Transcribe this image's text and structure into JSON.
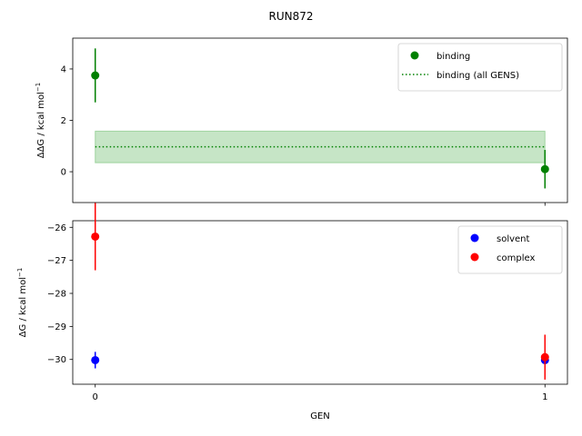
{
  "figure": {
    "suptitle": "RUN872"
  },
  "chart_data": [
    {
      "type": "scatter",
      "panel": "top",
      "xlabel": "",
      "ylabel_prefix": "ΔΔG / kcal mol",
      "ylabel_sup": "−1",
      "xlim": [
        -0.05,
        1.05
      ],
      "ylim": [
        -1.2,
        5.2
      ],
      "yticks": [
        0,
        2,
        4
      ],
      "ytick_labels": [
        "0",
        "2",
        "4"
      ],
      "xticks": [
        0,
        1
      ],
      "grid": false,
      "legend_position": "top-right",
      "series": [
        {
          "name": "binding",
          "color": "#008000",
          "marker": "circle",
          "x": [
            0,
            1
          ],
          "y": [
            3.75,
            0.1
          ],
          "yerr": [
            1.05,
            0.75
          ]
        }
      ],
      "reference_lines": [
        {
          "name": "binding (all GENS)",
          "color": "#008000",
          "style": "dotted",
          "x": [
            0,
            1
          ],
          "y": 0.97,
          "band": [
            0.35,
            1.58
          ],
          "band_color": "#2ca02c"
        }
      ]
    },
    {
      "type": "scatter",
      "panel": "bottom",
      "xlabel": "GEN",
      "ylabel_prefix": "ΔG / kcal mol",
      "ylabel_sup": "−1",
      "xlim": [
        -0.05,
        1.05
      ],
      "ylim": [
        -30.75,
        -25.8
      ],
      "yticks": [
        -30,
        -29,
        -28,
        -27,
        -26
      ],
      "ytick_labels": [
        "−30",
        "−29",
        "−28",
        "−27",
        "−26"
      ],
      "xticks": [
        0,
        1
      ],
      "xtick_labels": [
        "0",
        "1"
      ],
      "grid": false,
      "legend_position": "top-right",
      "series": [
        {
          "name": "solvent",
          "color": "#0000ff",
          "marker": "circle",
          "x": [
            0,
            1
          ],
          "y": [
            -30.02,
            -30.02
          ],
          "yerr": [
            0.25,
            0.1
          ]
        },
        {
          "name": "complex",
          "color": "#ff0000",
          "marker": "circle",
          "x": [
            0,
            1
          ],
          "y": [
            -26.28,
            -29.93
          ],
          "yerr": [
            1.02,
            0.68
          ]
        }
      ]
    }
  ]
}
